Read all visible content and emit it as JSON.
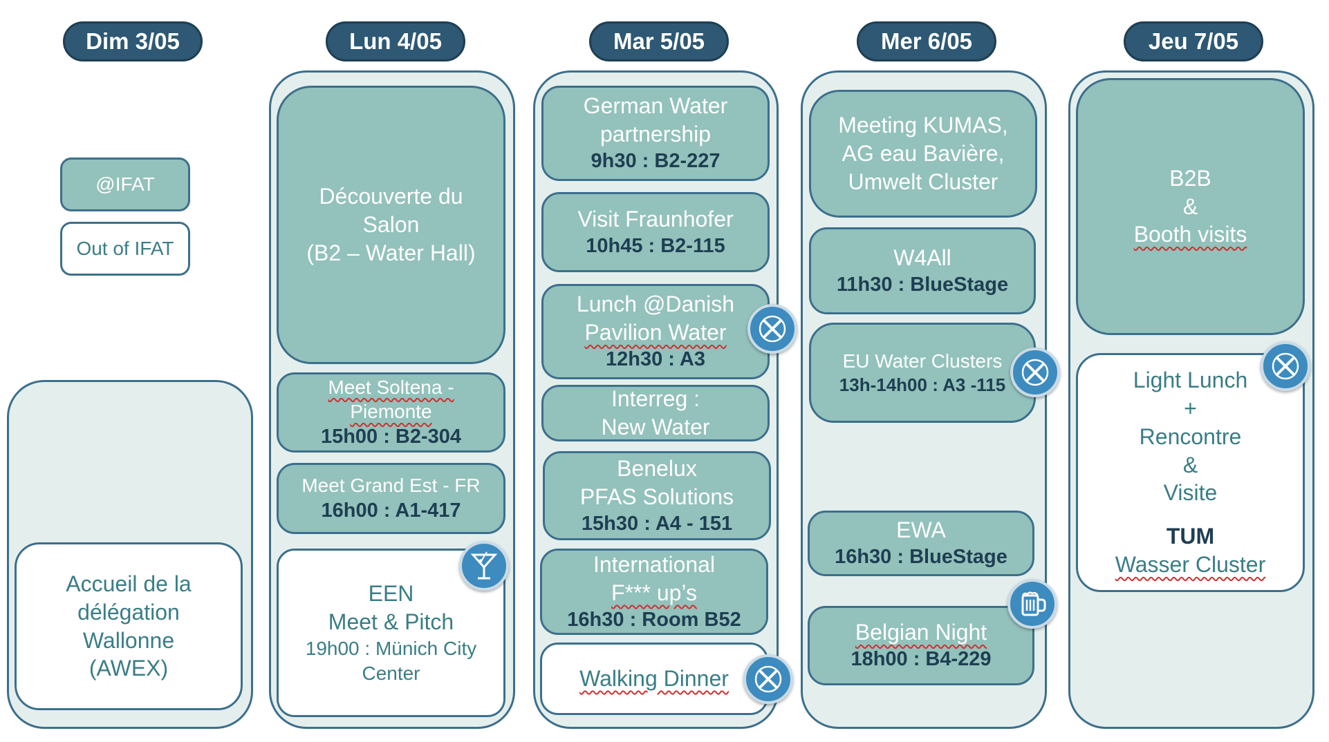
{
  "days": [
    "Dim 3/05",
    "Lun 4/05",
    "Mar 5/05",
    "Mer 6/05",
    "Jeu 7/05"
  ],
  "legend": {
    "at_ifat": "@IFAT",
    "out_ifat": "Out of IFAT"
  },
  "sun": {
    "accueil": [
      "Accueil de la",
      "délégation",
      "Wallonne",
      "(AWEX)"
    ]
  },
  "mon": {
    "decouverte": [
      "Découverte du",
      "Salon",
      "(B2 – Water Hall)"
    ],
    "soltena": {
      "l1": "Meet Soltena -",
      "l2": "Piemonte",
      "time": "15h00 : B2-304"
    },
    "grandest": {
      "l1": "Meet Grand Est - FR",
      "time": "16h00 : A1-417"
    },
    "een": {
      "l1": "EEN",
      "l2": "Meet & Pitch",
      "l3": "19h00 : Münich City",
      "l4": "Center"
    }
  },
  "tue": {
    "german": {
      "l1": "German Water",
      "l2": "partnership",
      "time": "9h30 : B2-227"
    },
    "fraunhofer": {
      "l1": "Visit Fraunhofer",
      "time": "10h45 : B2-115"
    },
    "danish": {
      "l1": "Lunch @Danish",
      "l2": "Pavilion Water",
      "time": "12h30 : A3"
    },
    "interreg": {
      "l1": "Interreg :",
      "l2": "New Water"
    },
    "benelux": {
      "l1": "Benelux",
      "l2": "PFAS Solutions",
      "time": "15h30 : A4 - 151"
    },
    "intl": {
      "l1": "International",
      "l2": "F*** up’s",
      "time": "16h30 : Room B52"
    },
    "walking": "Walking Dinner"
  },
  "wed": {
    "kumas": [
      "Meeting KUMAS,",
      "AG eau Bavière,",
      "Umwelt Cluster"
    ],
    "w4all": {
      "l1": "W4All",
      "time": "11h30 : BlueStage"
    },
    "eu": {
      "l1": "EU Water Clusters",
      "time": "13h-14h00 : A3 -115"
    },
    "ewa": {
      "l1": "EWA",
      "time": "16h30 : BlueStage"
    },
    "belgian": {
      "l1": "Belgian Night",
      "time": "18h00 : B4-229"
    }
  },
  "thu": {
    "b2b": [
      "B2B",
      "&",
      "Booth visits"
    ],
    "lunch": {
      "l1": "Light Lunch",
      "l2": "+",
      "l3": "Rencontre",
      "l4": "&",
      "l5": "Visite",
      "l6": "TUM",
      "l7": "Wasser Cluster"
    }
  },
  "icons": {
    "dining": "fork-knife-icon",
    "cocktail": "cocktail-icon",
    "beer": "beer-mug-icon"
  },
  "colors": {
    "header": "#2e5873",
    "filled_box": "#93c1bb",
    "column_bg": "#e4efed",
    "border": "#3c6f8c",
    "icon_bg": "#3d8bbf"
  }
}
